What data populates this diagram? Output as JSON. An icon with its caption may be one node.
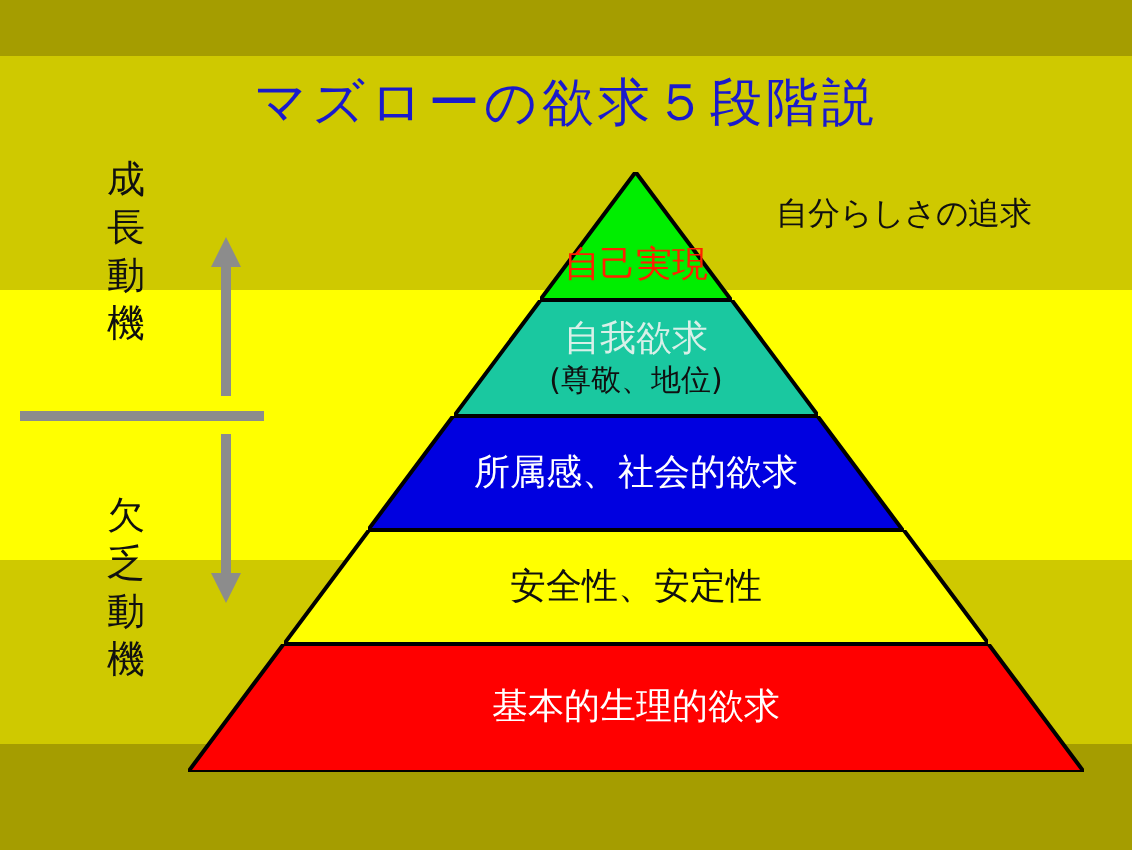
{
  "diagram": {
    "title": "マズローの欲求５段階説",
    "nodes": [
      {
        "text": [
          "自己実現"
        ]
      },
      {
        "text": [
          "自我欲求",
          "(尊敬、地位)"
        ]
      },
      {
        "text": [
          "所属感、社会的欲求"
        ]
      },
      {
        "text": [
          "安全性、安定性"
        ]
      },
      {
        "text": [
          "基本的生理的欲求"
        ]
      }
    ],
    "labels": [
      "自分らしさの追求",
      "成長動機",
      "欠乏動機"
    ]
  }
}
